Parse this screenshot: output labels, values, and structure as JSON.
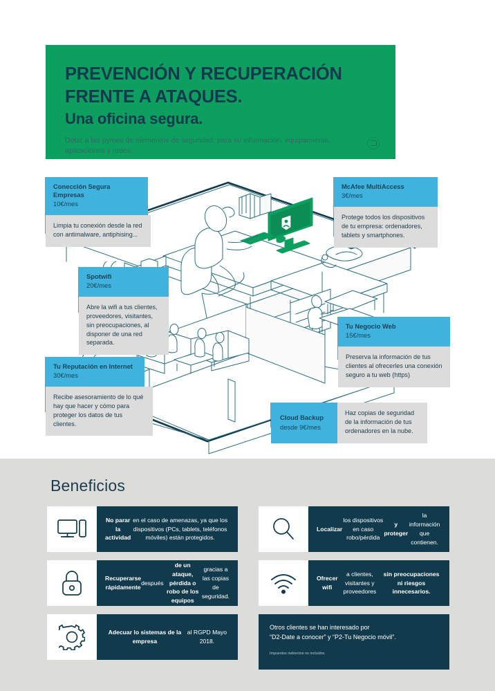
{
  "hero": {
    "title_line1": "PREVENCIÓN Y RECUPERACIÓN",
    "title_line2": "FRENTE A ATAQUES.",
    "subtitle": "Una oficina segura.",
    "description": "Dotar a las pymes de elementos de seguridad, para su información, equipamiento, aplicaciones y redes.",
    "bg_color": "#0d9f5f",
    "text_color": "#123a4d"
  },
  "callouts": [
    {
      "id": "conexion",
      "title": "Conección Segura Empresas",
      "price": "10€/mes",
      "body": "Limpia tu conexión desde la red con antimalware, antiphising..."
    },
    {
      "id": "mcafee",
      "title": "McAfee MultiAccess",
      "price": "3€/mes",
      "body": "Protege todos los dispositivos de tu empresa: ordenadores, tablets y smartphones."
    },
    {
      "id": "spotwifi",
      "title": "Spotwifi",
      "price": "20€/mes",
      "body": "Abre la wifi a tus clientes, proveedores, visitantes, sin preocupaciones, al disponer de una red separada."
    },
    {
      "id": "negocio",
      "title": "Tu Negocio Web",
      "price": "15€/mes",
      "body": "Preserva la información de tus clientes al ofrecerles una conexión seguro a tu web (https)"
    },
    {
      "id": "reputacion",
      "title": "Tu Reputación en Internet",
      "price": "30€/mes",
      "body": "Recibe asesoramiento de lo qué hay que hacer y cómo para proteger los datos de tus clientes."
    },
    {
      "id": "cloud",
      "title": "Cloud Backup",
      "price": "desde 9€/mes",
      "body": "Haz copias de seguridad de la información de tus ordenadores en la nube."
    }
  ],
  "benefits": {
    "heading": "Beneficios",
    "bg_color": "#dcdcda",
    "card_color": "#123a4d",
    "items": [
      {
        "icon": "monitor-and-tablet-icon",
        "parts": [
          {
            "text": "No parar la actividad",
            "bold": true
          },
          {
            "text": " en el caso de amenazas, ya que los dispositivos (PCs, tablets, teléfonos móviles) están protegidos.",
            "bold": false
          }
        ]
      },
      {
        "icon": "magnifier-icon",
        "parts": [
          {
            "text": "Localizar",
            "bold": true
          },
          {
            "text": " los dispositivos en caso robo/pérdida ",
            "bold": false
          },
          {
            "text": "y proteger",
            "bold": true
          },
          {
            "text": " la información que contienen.",
            "bold": false
          }
        ]
      },
      {
        "icon": "padlock-icon",
        "parts": [
          {
            "text": "Recuperarse rápidamente",
            "bold": true
          },
          {
            "text": " después ",
            "bold": false
          },
          {
            "text": "de un ataque, pérdida o robo de los equipos",
            "bold": true
          },
          {
            "text": " gracias a las copias de seguridad.",
            "bold": false
          }
        ]
      },
      {
        "icon": "wifi-icon",
        "parts": [
          {
            "text": "Ofrecer wifi",
            "bold": true
          },
          {
            "text": " a clientes, visitantes y proveedores ",
            "bold": false
          },
          {
            "text": "sin preocupaciones ni riesgos innecesarios.",
            "bold": true
          }
        ]
      },
      {
        "icon": "gear-icon",
        "parts": [
          {
            "text": "Adecuar lo sistemas de la empresa",
            "bold": true
          },
          {
            "text": " al RGPD Mayo 2018.",
            "bold": false
          }
        ]
      }
    ],
    "note": {
      "line1": "Otros clientes se han interesado por",
      "line2": "“D2-Date a conocer” y “P2-Tu Negocio móvil”.",
      "fineprint": "Impuestos indirectos no incluidos."
    }
  },
  "colors": {
    "green": "#0d9f5f",
    "blue": "#3fb3dd",
    "dark_navy": "#123a4d",
    "gray_panel": "#dcdcdc",
    "line": "#2b6f82"
  }
}
